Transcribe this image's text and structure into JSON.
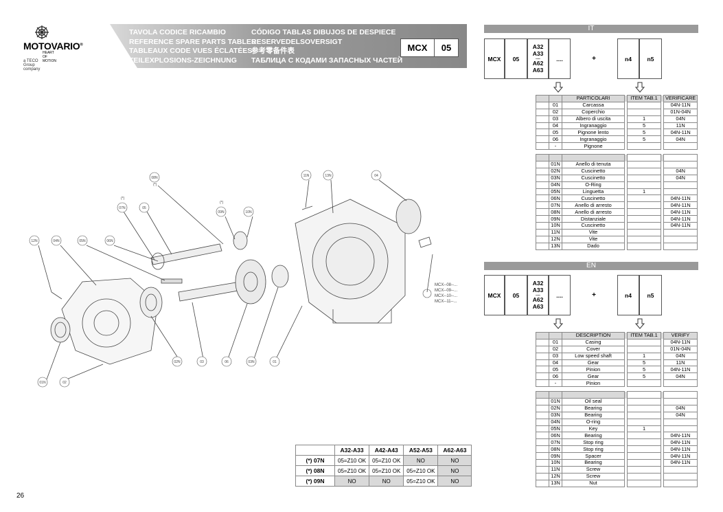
{
  "logo": {
    "brand": "MOTOVARIO",
    "reg": "®",
    "tagline": "HEART OF MOTION",
    "group": "a TECO Group company"
  },
  "banner": {
    "col1": [
      "TAVOLA CODICE RICAMBIO",
      "REFERENCE SPARE PARTS TABLES",
      "TABLEAUX CODE VUES ÉCLATÉES",
      "TEILEXPLOSIONS-ZEICHNUNG"
    ],
    "col2": [
      "CÓDIGO TABLAS DIBUJOS DE DESPIECE",
      "RESERVEDELSOVERSIGT",
      "参考零备件表",
      "ТАБЛИЦА С КОДАМИ ЗАПАСНЫХ ЧАСТЕЙ"
    ],
    "code": "MCX",
    "size": "05"
  },
  "config": {
    "code": "MCX",
    "size": "05",
    "ratios": [
      "A32",
      "A33",
      "....",
      "A62",
      "A63"
    ],
    "dots": "....",
    "plus": "+",
    "n4": "n4",
    "n5": "n5"
  },
  "it": {
    "title": "IT",
    "headers": [
      "PARTICOLARI",
      "ITEM TAB.1",
      "VERIFICARE"
    ],
    "main": [
      [
        "01",
        "Carcassa",
        "",
        "04N-11N"
      ],
      [
        "02",
        "Coperchio",
        "",
        "01N-04N"
      ],
      [
        "03",
        "Albero di uscita",
        "1",
        "04N"
      ],
      [
        "04",
        "Ingranaggio",
        "5",
        "11N"
      ],
      [
        "05",
        "Pignone lento",
        "5",
        "04N-11N"
      ],
      [
        "06",
        "Ingranaggio",
        "5",
        "04N"
      ],
      [
        "-",
        "Pignone",
        "",
        ""
      ]
    ],
    "spare": [
      [
        "01N",
        "Anello di tenuta",
        "",
        ""
      ],
      [
        "02N",
        "Cuscinetto",
        "",
        "04N"
      ],
      [
        "03N",
        "Cuscinetto",
        "",
        "04N"
      ],
      [
        "04N",
        "O-Ring",
        "",
        ""
      ],
      [
        "05N",
        "Linguetta",
        "1",
        ""
      ],
      [
        "06N",
        "Cuscinetto",
        "",
        "04N-11N"
      ],
      [
        "07N",
        "Anello di arresto",
        "",
        "04N-11N"
      ],
      [
        "08N",
        "Anello di arresto",
        "",
        "04N-11N"
      ],
      [
        "09N",
        "Distanziale",
        "",
        "04N-11N"
      ],
      [
        "10N",
        "Cuscinetto",
        "",
        "04N-11N"
      ],
      [
        "11N",
        "Vite",
        "",
        ""
      ],
      [
        "12N",
        "Vite",
        "",
        ""
      ],
      [
        "13N",
        "Dado",
        "",
        ""
      ]
    ]
  },
  "en": {
    "title": "EN",
    "headers": [
      "DESCRIPTION",
      "ITEM TAB.1",
      "VERIFY"
    ],
    "main": [
      [
        "01",
        "Casing",
        "",
        "04N-11N"
      ],
      [
        "02",
        "Cover",
        "",
        "01N-04N"
      ],
      [
        "03",
        "Low speed shaft",
        "1",
        "04N"
      ],
      [
        "04",
        "Gear",
        "5",
        "11N"
      ],
      [
        "05",
        "Pinion",
        "5",
        "04N-11N"
      ],
      [
        "06",
        "Gear",
        "5",
        "04N"
      ],
      [
        "-",
        "Pinion",
        "",
        ""
      ]
    ],
    "spare": [
      [
        "01N",
        "Oil seal",
        "",
        ""
      ],
      [
        "02N",
        "Bearing",
        "",
        "04N"
      ],
      [
        "03N",
        "Bearing",
        "",
        "04N"
      ],
      [
        "04N",
        "O-ring",
        "",
        ""
      ],
      [
        "05N",
        "Key",
        "1",
        ""
      ],
      [
        "06N",
        "Bearing",
        "",
        "04N-11N"
      ],
      [
        "07N",
        "Stop ring",
        "",
        "04N-11N"
      ],
      [
        "08N",
        "Stop ring",
        "",
        "04N-11N"
      ],
      [
        "09N",
        "Spacer",
        "",
        "04N-11N"
      ],
      [
        "10N",
        "Bearing",
        "",
        "04N-11N"
      ],
      [
        "11N",
        "Screw",
        "",
        ""
      ],
      [
        "12N",
        "Screw",
        "",
        ""
      ],
      [
        "13N",
        "Nut",
        "",
        ""
      ]
    ]
  },
  "compat": {
    "headers": [
      "",
      "A32-A33",
      "A42-A43",
      "A52-A53",
      "A62-A63"
    ],
    "rows": [
      [
        "(*) 07N",
        "05=Z10 OK",
        "05=Z10 OK",
        "NO",
        "NO"
      ],
      [
        "(*) 08N",
        "05=Z10 OK",
        "05=Z10 OK",
        "05=Z10 OK",
        "NO"
      ],
      [
        "(*) 09N",
        "NO",
        "NO",
        "05=Z10 OK",
        "NO"
      ]
    ]
  },
  "drawing": {
    "callouts": [
      "12N",
      "04N",
      "05N",
      "06N",
      "07N",
      "05",
      "08N",
      "09N",
      "10N",
      "11N",
      "13N",
      "04",
      "01N",
      "02",
      "02N",
      "03",
      "06",
      "03N",
      "01"
    ],
    "asterisk": "(*)",
    "refs": [
      "MCX--08--...",
      "MCX--09--...",
      "MCX--10--...",
      "MCX--11--..."
    ]
  },
  "page": {
    "number": "26"
  }
}
